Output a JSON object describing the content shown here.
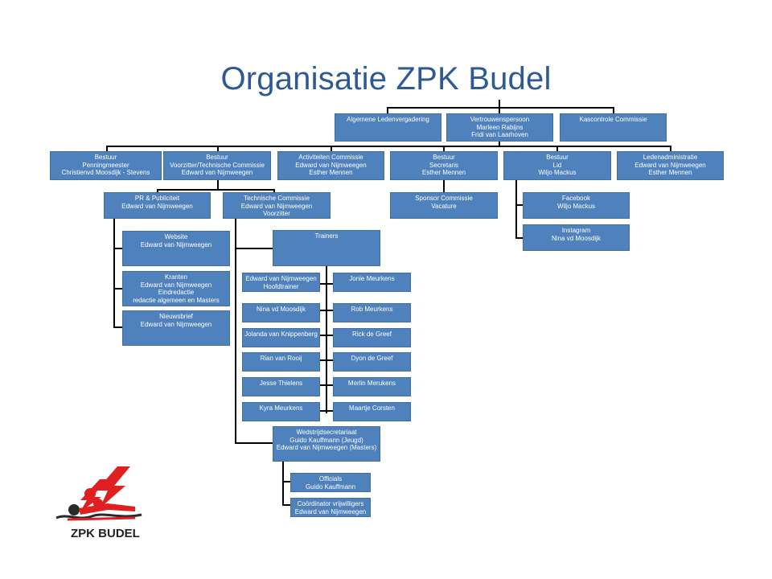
{
  "title": "Organisatie ZPK Budel",
  "logo_text": "ZPK BUDEL",
  "boxes": {
    "alv": [
      "Algemene Ledenvergadering"
    ],
    "vertrouwens": [
      "Vertrouwenspersoon",
      "Marleen Rabijns",
      "Fridi van Laarhoven"
    ],
    "kascontrole": [
      "Kascontrole Commissie"
    ],
    "penningmeester": [
      "Bestuur",
      "Penningmeester",
      "Christienvd Moosdijk - Stevens"
    ],
    "voorzitter": [
      "Bestuur",
      "Voorzitter/Technische Commissie",
      "Edward van Nijmweegen"
    ],
    "activiteiten": [
      "Activiteiten Commissie",
      "Edward van Nijmweegen",
      "Esther Mennen"
    ],
    "secretaris": [
      "Bestuur",
      "Secretaris",
      "Esther Mennen"
    ],
    "lid": [
      "Bestuur",
      "Lid",
      "Wiljo Mackus"
    ],
    "ledenadmin": [
      "Ledenadministratie",
      "Edward van Nijmweegen",
      "Esther Mennen"
    ],
    "pr": [
      "PR & Publiciteit",
      "Edward van Nijmweegen"
    ],
    "techcom": [
      "Technische Commissie",
      "Edward van Nijmweegen",
      "Voorzitter"
    ],
    "sponsor": [
      "Sponsor Commissie",
      "Vacature"
    ],
    "facebook": [
      "Facebook",
      "Wiljo Mackus"
    ],
    "instagram": [
      "Instagram",
      "Nina vd Moosdijk"
    ],
    "website": [
      "Website",
      "Edward van Nijmweegen"
    ],
    "kranten": [
      "Kranten",
      "Edward van Nijmweegen",
      "Eindredactie",
      "redactie algemeen en Masters"
    ],
    "nieuwsbrief": [
      "Nieuwsbrief",
      "Edward van Nijmweegen"
    ],
    "trainers": [
      "Trainers"
    ],
    "t_edward": [
      "Edward van Nijmweegen",
      "Hoofdtrainer"
    ],
    "t_nina": [
      "Nina vd Moosdijk"
    ],
    "t_jolanda": [
      "Jolanda van Knippenberg"
    ],
    "t_rian": [
      "Rian van Rooij"
    ],
    "t_jesse": [
      "Jesse Thielens"
    ],
    "t_kyra": [
      "Kyra Meurkens"
    ],
    "t_jonie": [
      "Jonie Meurkens"
    ],
    "t_rob": [
      "Rob Meurkens"
    ],
    "t_rick": [
      "Rick de Greef"
    ],
    "t_dyon": [
      "Dyon de Greef"
    ],
    "t_merlin": [
      "Merlin Merukens"
    ],
    "t_maartje": [
      "Maartje Corsten"
    ],
    "wedstrijd": [
      "Wedstrijdsecretariaat",
      "Guido Kauffmann (Jeugd)",
      "Edward van Nijmweegen (Masters)"
    ],
    "officials": [
      "Officials",
      "Guido Kauffmann"
    ],
    "coordinator": [
      "Coördinator vrijwilligers",
      "Edward van Nijmweegen"
    ]
  },
  "colors": {
    "box_fill": "#4f81bd",
    "box_border": "#41709e",
    "title": "#2d5a92",
    "logo_red": "#e02020"
  }
}
